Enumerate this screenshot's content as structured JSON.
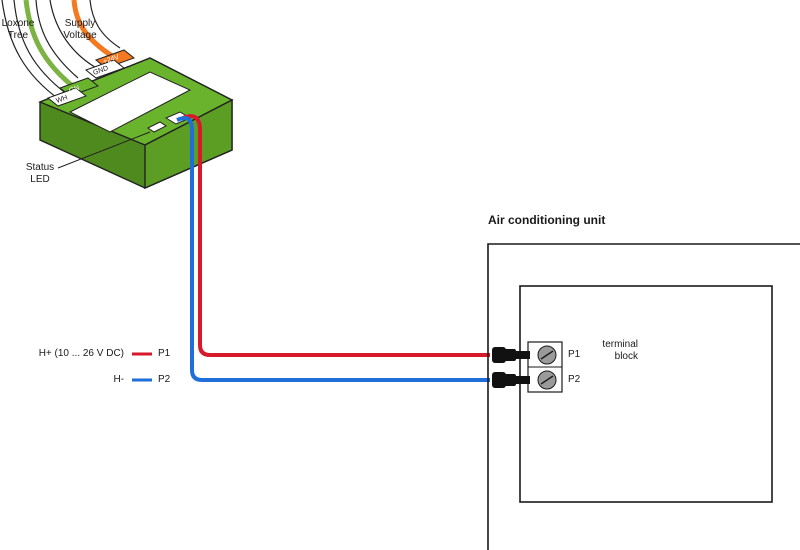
{
  "device": {
    "wire_labels": {
      "tree_line1": "Loxone",
      "tree_line2": "Tree",
      "supply_line1": "Supply",
      "supply_line2": "Voltage"
    },
    "terminals": {
      "plus24": "+24V",
      "gnd": "GND",
      "gn": "GN",
      "wh": "WH"
    },
    "status_led_line1": "Status",
    "status_led_line2": "LED"
  },
  "legend": {
    "items": [
      {
        "label": "H+ (10 ... 26 V DC)",
        "port": "P1",
        "color": "#d7192a"
      },
      {
        "label": "H-",
        "port": "P2",
        "color": "#1e6fd9"
      }
    ]
  },
  "ac_unit": {
    "title": "Air conditioning unit",
    "terminal_block_line1": "terminal",
    "terminal_block_line2": "block",
    "ports": [
      "P1",
      "P2"
    ]
  },
  "colors": {
    "device_green": "#6ab42d",
    "device_green_dark": "#4f8a1e",
    "tree_green": "#7cb342",
    "supply_orange": "#f47920",
    "wire_red": "#d7192a",
    "wire_blue": "#1e6fd9"
  }
}
